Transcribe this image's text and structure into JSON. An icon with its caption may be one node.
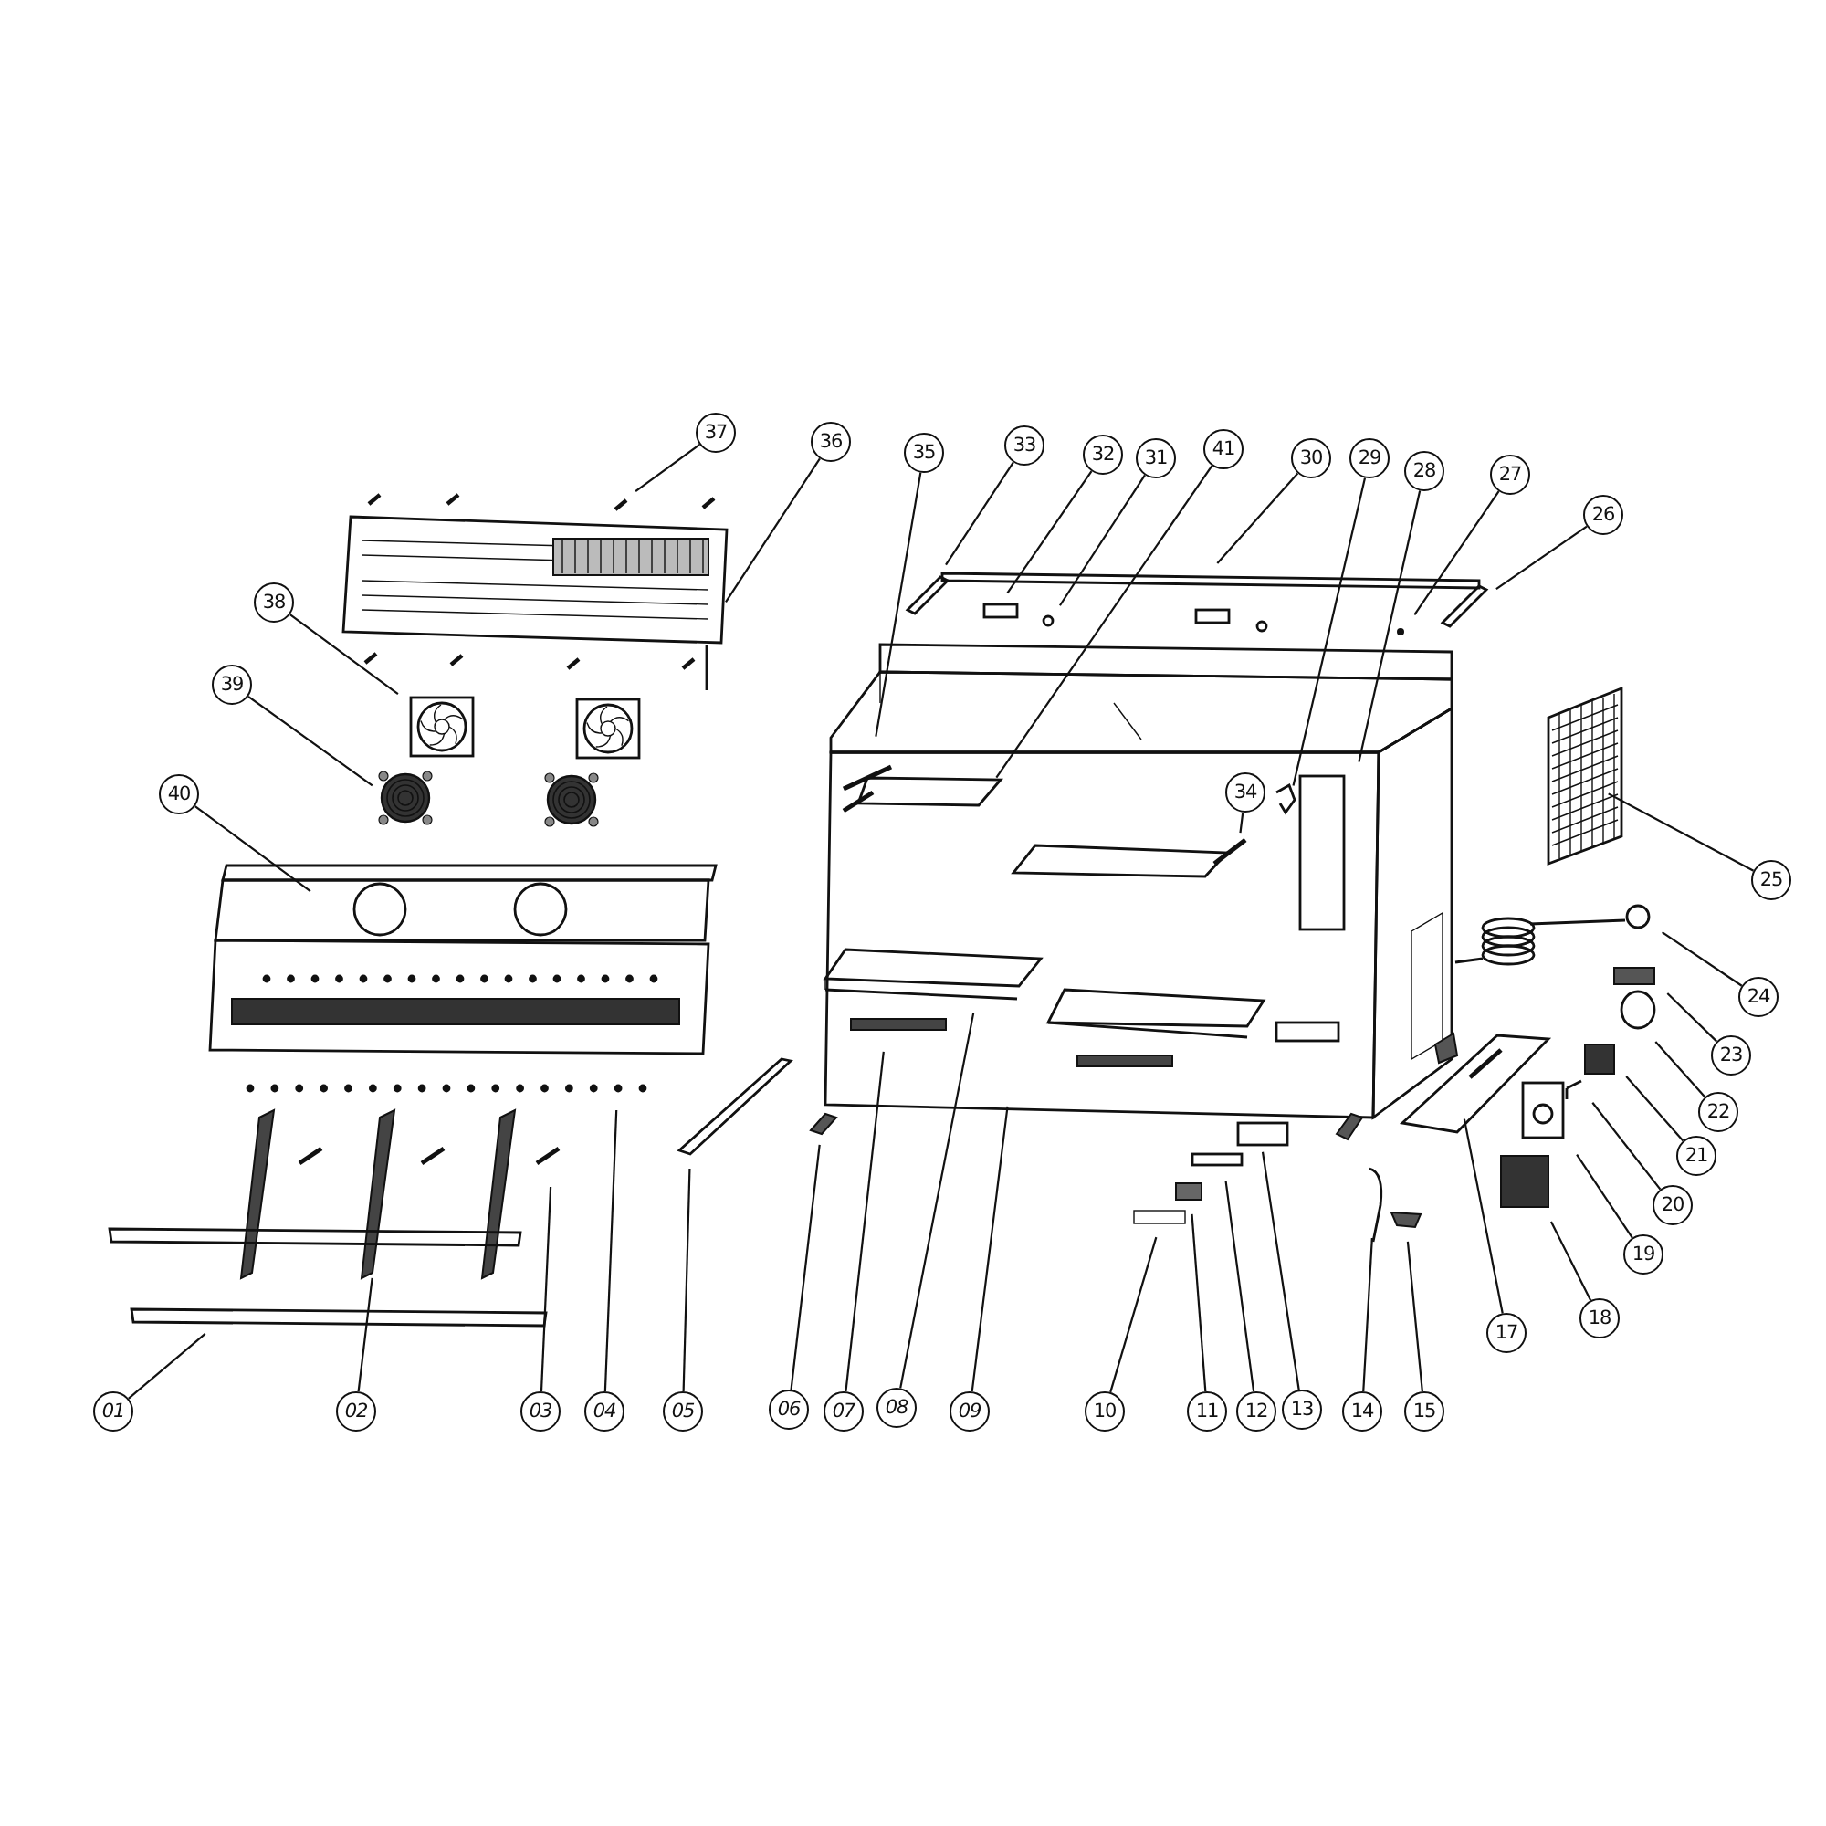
{
  "diagram": {
    "nodes": [
      {
        "text": [
          "01"
        ]
      },
      {
        "text": [
          "02"
        ]
      },
      {
        "text": [
          "03"
        ]
      },
      {
        "text": [
          "04"
        ]
      },
      {
        "text": [
          "05"
        ]
      },
      {
        "text": [
          "06"
        ]
      },
      {
        "text": [
          "07"
        ]
      },
      {
        "text": [
          "08"
        ]
      },
      {
        "text": [
          "09"
        ]
      },
      {
        "text": [
          "10"
        ]
      },
      {
        "text": [
          "11"
        ]
      },
      {
        "text": [
          "12"
        ]
      },
      {
        "text": [
          "13"
        ]
      },
      {
        "text": [
          "14"
        ]
      },
      {
        "text": [
          "15"
        ]
      },
      {
        "text": [
          "17"
        ]
      },
      {
        "text": [
          "18"
        ]
      },
      {
        "text": [
          "19"
        ]
      },
      {
        "text": [
          "20"
        ]
      },
      {
        "text": [
          "21"
        ]
      },
      {
        "text": [
          "22"
        ]
      },
      {
        "text": [
          "23"
        ]
      },
      {
        "text": [
          "24"
        ]
      },
      {
        "text": [
          "25"
        ]
      },
      {
        "text": [
          "26"
        ]
      },
      {
        "text": [
          "27"
        ]
      },
      {
        "text": [
          "28"
        ]
      },
      {
        "text": [
          "29"
        ]
      },
      {
        "text": [
          "30"
        ]
      },
      {
        "text": [
          "31"
        ]
      },
      {
        "text": [
          "32"
        ]
      },
      {
        "text": [
          "33"
        ]
      },
      {
        "text": [
          "34"
        ]
      },
      {
        "text": [
          "35"
        ]
      },
      {
        "text": [
          "36"
        ]
      },
      {
        "text": [
          "37"
        ]
      },
      {
        "text": [
          "38"
        ]
      },
      {
        "text": [
          "39"
        ]
      },
      {
        "text": [
          "40"
        ]
      },
      {
        "text": [
          "41"
        ]
      }
    ],
    "edges": [
      {
        "from": 0,
        "to": null,
        "arrow": "none"
      },
      {
        "from": 1,
        "to": null,
        "arrow": "none"
      },
      {
        "from": 2,
        "to": null,
        "arrow": "none"
      },
      {
        "from": 3,
        "to": null,
        "arrow": "none"
      },
      {
        "from": 4,
        "to": null,
        "arrow": "none"
      },
      {
        "from": 5,
        "to": null,
        "arrow": "none"
      },
      {
        "from": 6,
        "to": null,
        "arrow": "none"
      },
      {
        "from": 7,
        "to": null,
        "arrow": "none"
      },
      {
        "from": 8,
        "to": null,
        "arrow": "none"
      },
      {
        "from": 9,
        "to": null,
        "arrow": "none"
      },
      {
        "from": 10,
        "to": null,
        "arrow": "none"
      },
      {
        "from": 11,
        "to": null,
        "arrow": "none"
      },
      {
        "from": 12,
        "to": null,
        "arrow": "none"
      },
      {
        "from": 13,
        "to": null,
        "arrow": "none"
      },
      {
        "from": 14,
        "to": null,
        "arrow": "none"
      },
      {
        "from": 15,
        "to": null,
        "arrow": "none"
      },
      {
        "from": 16,
        "to": null,
        "arrow": "none"
      },
      {
        "from": 17,
        "to": null,
        "arrow": "none"
      },
      {
        "from": 18,
        "to": null,
        "arrow": "none"
      },
      {
        "from": 19,
        "to": null,
        "arrow": "none"
      },
      {
        "from": 20,
        "to": null,
        "arrow": "none"
      },
      {
        "from": 21,
        "to": null,
        "arrow": "none"
      },
      {
        "from": 22,
        "to": null,
        "arrow": "none"
      },
      {
        "from": 23,
        "to": null,
        "arrow": "none"
      },
      {
        "from": 24,
        "to": null,
        "arrow": "none"
      },
      {
        "from": 25,
        "to": null,
        "arrow": "none"
      },
      {
        "from": 26,
        "to": null,
        "arrow": "none"
      },
      {
        "from": 27,
        "to": null,
        "arrow": "none"
      },
      {
        "from": 28,
        "to": null,
        "arrow": "none"
      },
      {
        "from": 29,
        "to": null,
        "arrow": "none"
      },
      {
        "from": 30,
        "to": null,
        "arrow": "none"
      },
      {
        "from": 31,
        "to": null,
        "arrow": "none"
      },
      {
        "from": 32,
        "to": null,
        "arrow": "none"
      },
      {
        "from": 33,
        "to": null,
        "arrow": "none"
      },
      {
        "from": 34,
        "to": null,
        "arrow": "none"
      },
      {
        "from": 35,
        "to": null,
        "arrow": "none"
      },
      {
        "from": 36,
        "to": null,
        "arrow": "none"
      },
      {
        "from": 37,
        "to": null,
        "arrow": "none"
      },
      {
        "from": 38,
        "to": null,
        "arrow": "none"
      },
      {
        "from": 39,
        "to": null,
        "arrow": "none"
      }
    ]
  }
}
